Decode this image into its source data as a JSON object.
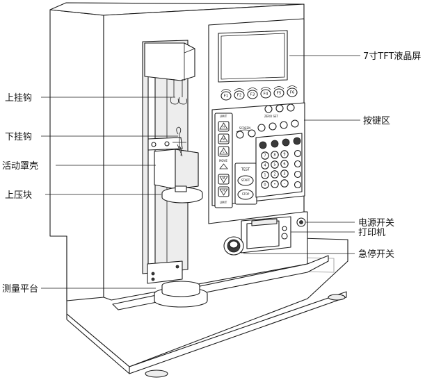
{
  "labels": {
    "upper_hook": "上挂钩",
    "lower_hook": "下挂钩",
    "movable_cover": "活动罩壳",
    "upper_press_block": "上压块",
    "measuring_platform": "测量平台",
    "tft_screen": "7寸TFT液晶屏",
    "keypad_area": "按键区",
    "power_switch": "电源开关",
    "printer": "打印机",
    "emergency_stop": "急停开关"
  },
  "function_keys": [
    "F1",
    "F2",
    "F3",
    "F4",
    "F5",
    "F6"
  ],
  "limit_panel": {
    "top_label": "LIMIT",
    "move_label": "MOVE",
    "bottom_label": "LIMIT",
    "keys": [
      "H",
      "M",
      "L",
      "M",
      "H"
    ]
  },
  "screen_group_label": "SCREEN",
  "zero_set_label": "ZERO SET",
  "test_panel": {
    "title": "TEST",
    "start": "START",
    "stop": "STOP"
  },
  "numeric_keys": [
    "7",
    "8",
    "9",
    "4",
    "5",
    "6",
    "1",
    "2",
    "3",
    "0",
    "•",
    "-"
  ]
}
